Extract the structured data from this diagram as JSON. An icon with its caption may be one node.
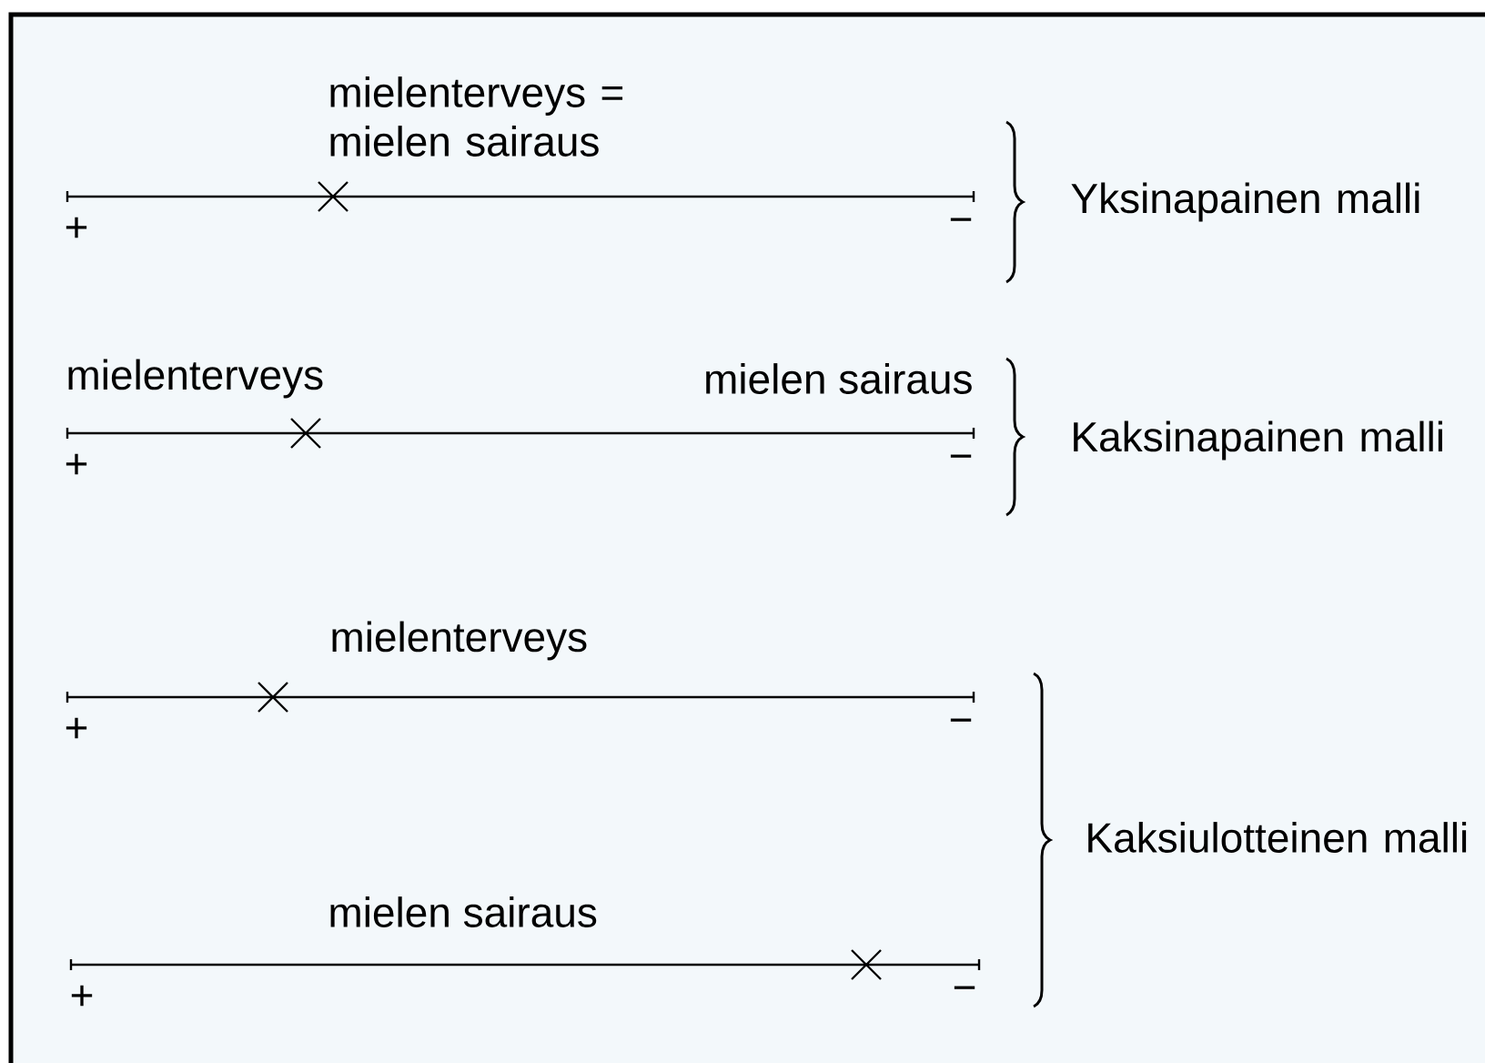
{
  "diagram": {
    "labels": [
      "mielenterveys = mielen sairaus",
      "+",
      "−",
      "Yksinapainen malli",
      "mielenterveys",
      "mielen sairaus",
      "+",
      "−",
      "Kaksinapainen malli",
      "mielenterveys",
      "+",
      "−",
      "Kaksiulotteinen malli",
      "mielen sairaus",
      "+",
      "−"
    ]
  }
}
